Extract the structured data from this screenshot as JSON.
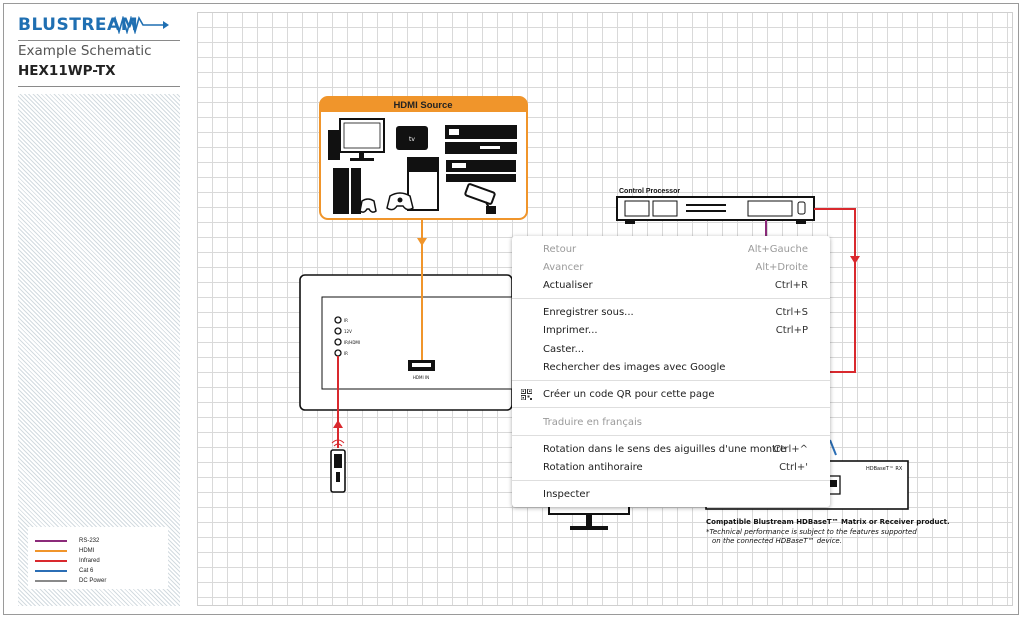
{
  "brand": {
    "logo": "BLUSTREAM",
    "subtitle": "Example Schematic",
    "model": "HEX11WP-TX"
  },
  "legend": [
    {
      "label": "RS-232",
      "color": "#8b2a7a"
    },
    {
      "label": "HDMI",
      "color": "#f0952b"
    },
    {
      "label": "Infrared",
      "color": "#d9292e"
    },
    {
      "label": "Cat 6",
      "color": "#2b6eb5"
    },
    {
      "label": "DC Power",
      "color": "#8a8a8a"
    }
  ],
  "schematic": {
    "source_title": "HDMI Source",
    "control_processor": "Control Processor",
    "hdmi_in_label": "HDMI IN",
    "port_labels": [
      "IR",
      "12V",
      "IR/HDMI",
      "IR"
    ],
    "rx_label": "HDBaseT™ RX",
    "caption_bold": "Compatible Blustream HDBaseT™ Matrix or Receiver product.",
    "caption_italic_1": "*Technical performance is subject to the features supported",
    "caption_italic_2": "on the connected HDBaseT™ device."
  },
  "context_menu": {
    "items": [
      {
        "label": "Retour",
        "shortcut": "Alt+Gauche",
        "disabled": true
      },
      {
        "label": "Avancer",
        "shortcut": "Alt+Droite",
        "disabled": true
      },
      {
        "label": "Actualiser",
        "shortcut": "Ctrl+R",
        "disabled": false
      },
      {
        "label": "Enregistrer sous...",
        "shortcut": "Ctrl+S",
        "disabled": false
      },
      {
        "label": "Imprimer...",
        "shortcut": "Ctrl+P",
        "disabled": false
      },
      {
        "label": "Caster...",
        "shortcut": "",
        "disabled": false
      },
      {
        "label": "Rechercher des images avec Google",
        "shortcut": "",
        "disabled": false
      },
      {
        "label": "Créer un code QR pour cette page",
        "shortcut": "",
        "disabled": false,
        "icon": "qr-code-icon"
      },
      {
        "label": "Traduire en français",
        "shortcut": "",
        "disabled": true
      },
      {
        "label": "Rotation dans le sens des aiguilles d'une montre",
        "shortcut": "Ctrl+^",
        "disabled": false
      },
      {
        "label": "Rotation antihoraire",
        "shortcut": "Ctrl+'",
        "disabled": false
      },
      {
        "label": "Inspecter",
        "shortcut": "",
        "disabled": false
      }
    ]
  }
}
